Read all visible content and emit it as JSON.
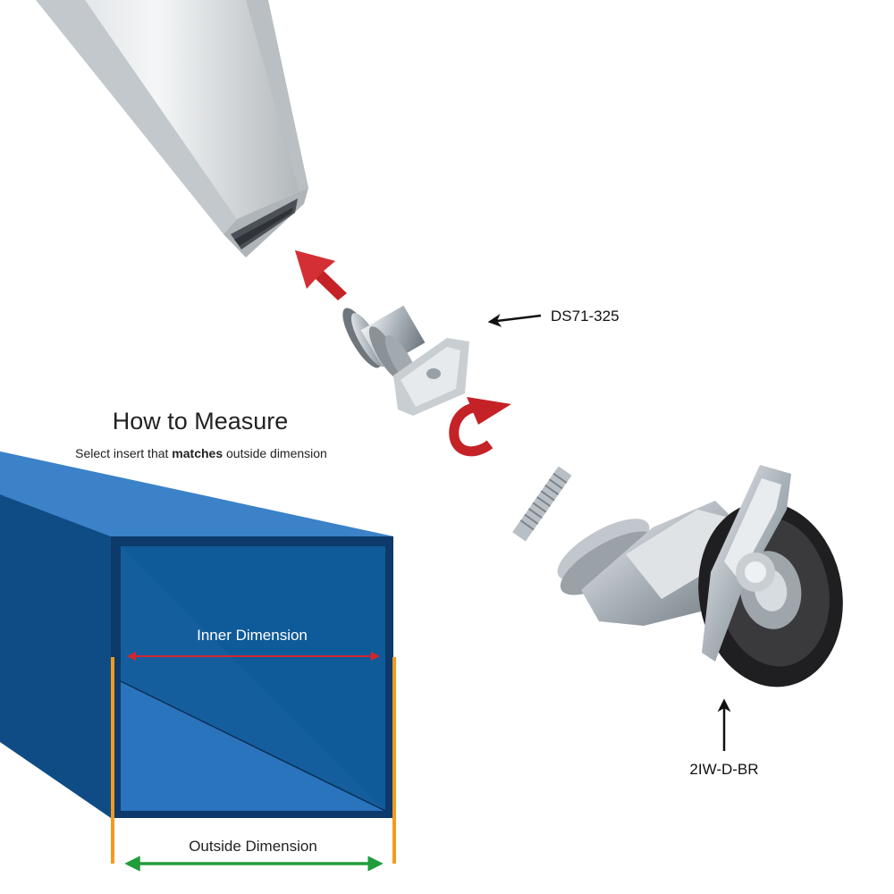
{
  "measure": {
    "title": "How to Measure",
    "subtitle_pre": "Select insert that ",
    "subtitle_bold": "matches",
    "subtitle_post": " outside dimension",
    "inner_label": "Inner Dimension",
    "outside_label": "Outside Dimension"
  },
  "parts": {
    "insert_code": "DS71-325",
    "caster_code": "2IW-D-BR"
  },
  "colors": {
    "tube_face": "#2f6fb3",
    "tube_top": "#4a8fd0",
    "tube_dark": "#0d3a6b",
    "inner_arrow": "#d3272c",
    "outside_arrow": "#1f9d3b",
    "guide_line": "#f39a1e",
    "install_arrow": "#c42227"
  }
}
